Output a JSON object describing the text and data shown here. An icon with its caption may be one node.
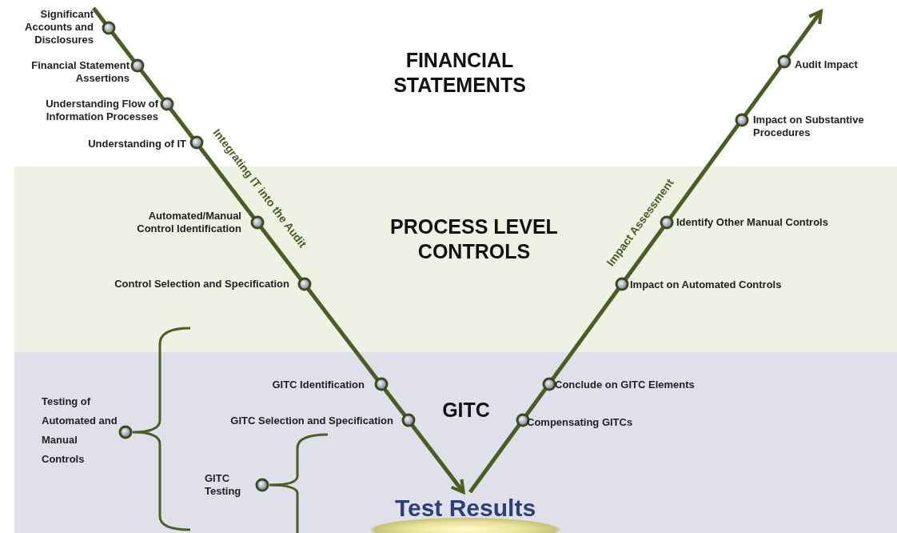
{
  "diagram": {
    "nodes": [
      {
        "text": [
          "Significant Accounts and Disclosures"
        ]
      },
      {
        "text": [
          "Financial Statement Assertions"
        ]
      },
      {
        "text": [
          "Understanding Flow of Information Processes"
        ]
      },
      {
        "text": [
          "Understanding of IT"
        ]
      },
      {
        "text": [
          "Audit Impact"
        ]
      },
      {
        "text": [
          "Impact on Substantive Procedures"
        ]
      },
      {
        "text": [
          "PROCESS LEVEL CONTROLS"
        ]
      },
      {
        "text": [
          "Automated/Manual Control Identification"
        ],
        "in": 6
      },
      {
        "text": [
          "Identify Other Manual Controls"
        ],
        "in": 6
      },
      {
        "text": [
          "Control Selection and Specification"
        ],
        "in": 6
      },
      {
        "text": [
          "Impact on Automated Controls"
        ],
        "in": 6
      },
      {
        "text": [
          "GITC"
        ]
      },
      {
        "text": [
          "GITC Identification"
        ],
        "in": 11
      },
      {
        "text": [
          "Conclude on GITC Elements"
        ],
        "in": 11
      },
      {
        "text": [
          "Testing of Automated and Manual Controls"
        ],
        "in": 11
      },
      {
        "text": [
          "GITC Selection and Specification"
        ],
        "in": 11
      },
      {
        "text": [
          "Compensating GITCs"
        ],
        "in": 11
      },
      {
        "text": [
          "GITC Testing"
        ],
        "in": 11
      },
      {
        "text": [
          "Test Results"
        ],
        "in": 11
      }
    ],
    "edges": [
      {
        "from": 0,
        "to": 18,
        "arrow": "to",
        "label": "Integrating IT into the Audit"
      },
      {
        "from": 18,
        "to": null,
        "arrow": "to",
        "label": "Impact Assessment"
      }
    ],
    "labels": [
      "FINANCIAL STATEMENTS"
    ]
  }
}
